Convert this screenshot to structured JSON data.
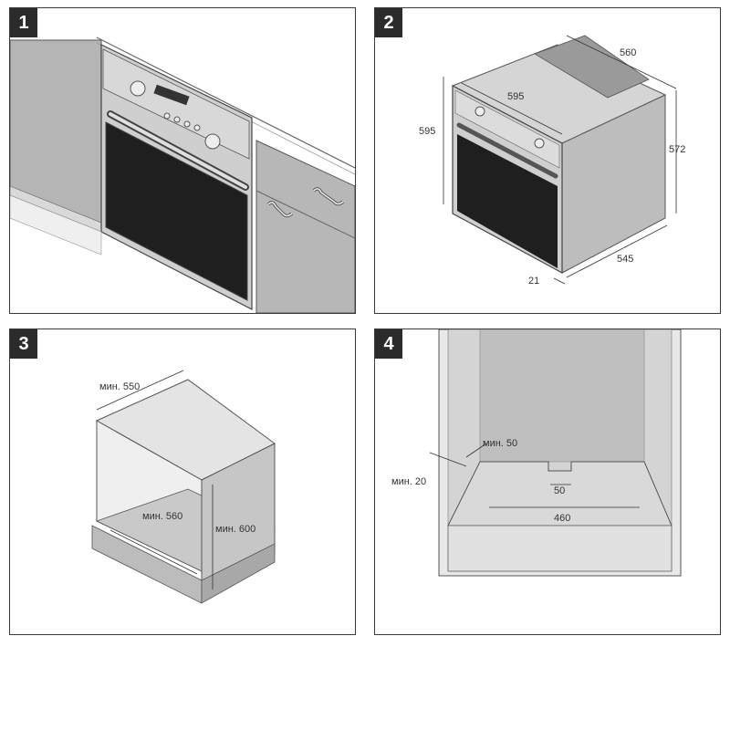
{
  "panels": [
    {
      "number": "1"
    },
    {
      "number": "2",
      "dims": {
        "width": "595",
        "height": "595",
        "depth": "560",
        "body_height": "572",
        "body_depth": "545",
        "front": "21"
      }
    },
    {
      "number": "3",
      "dims": {
        "width": "мин. 550",
        "depth": "мин. 560",
        "height": "мин. 600"
      }
    },
    {
      "number": "4",
      "dims": {
        "gap_side": "мин. 50",
        "gap_front": "мин. 20",
        "notch": "50",
        "span": "460"
      }
    }
  ],
  "colors": {
    "steel": "#c4c4c4",
    "cabinet": "#b9b9b9",
    "glass": "#1e1e1e",
    "line": "#4a4a4a"
  }
}
